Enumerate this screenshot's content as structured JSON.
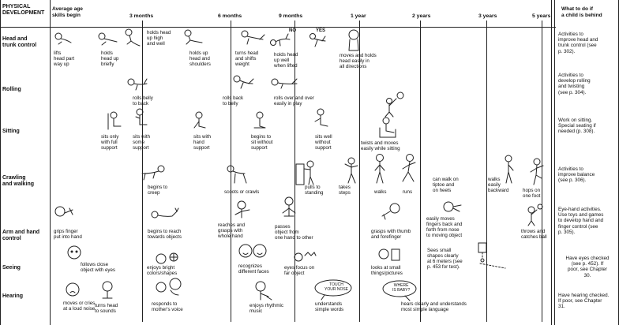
{
  "header": {
    "physical_development": "PHYSICAL\nDEVELOPMENT",
    "average_age": "Average age\nskills begin",
    "what_to_do": "What to do if\na child is behind"
  },
  "ages": [
    "3 months",
    "6 months",
    "9 months",
    "1 year",
    "2 years",
    "3 years",
    "5 years"
  ],
  "categories": [
    "Head and\ntrunk control",
    "Rolling",
    "Sitting",
    "Crawling\nand walking",
    "Arm and hand\ncontrol",
    "Seeing",
    "Hearing"
  ],
  "milestones": [
    "lifts\nhead part\nway up",
    "holds\nhead up\nbriefly",
    "holds head\nup high\nand well",
    "holds up\nhead and\nshoulders",
    "turns head\nand shifts\nweight",
    "holds head\nup well\nwhen lifted",
    "moves and holds\nhead easily in\nall directions",
    "rolls belly\nto back",
    "rolls back\nto belly",
    "rolls over and over\neasily in play",
    "sits only\nwith full\nsupport",
    "sits with\nsome\nsupport",
    "sits with\nhand\nsupport",
    "begins to\nsit without\nsupport",
    "sits well\nwithout\nsupport",
    "twists and moves\neasily while sitting",
    "begins to\ncreep",
    "scoots or crawls",
    "pulls to\nstanding",
    "takes\nsteps",
    "walks",
    "runs",
    "can walk on\ntiptoe and\non heels",
    "walks\neasily\nbackward",
    "hops on\none foot",
    "grips finger\nput into hand",
    "begins to reach\ntowards objects",
    "reaches and\ngrasps with\nwhole hand",
    "passes\nobject from\none hand to other",
    "grasps with thumb\nand forefinger",
    "easily moves\nfingers back and\nforth from nose\nto moving object",
    "throws and\ncatches ball",
    "follows close\nobject with eyes",
    "enjoys bright\ncolors/shapes",
    "recognizes\ndifferent faces",
    "eyes focus on\nfar object",
    "looks at small\nthings/pictures",
    "Sees small\nshapes clearly\nat 6 meters (see\np. 453 for test).",
    "moves or cries\nat a loud noise",
    "turns head\nto sounds",
    "responds to\nmother's voice",
    "enjoys rhythmic\nmusic",
    "understands\nsimple words",
    "hears clearly and understands\nmost simple language"
  ],
  "actions": [
    "Activities to\nimprove head and\ntrunk control (see\np. 302).",
    "Activities to\ndevelop rolling\nand twisting\n(see p. 304).",
    "Work on sitting.\nSpecial seating if\nneeded (p. 308).",
    "Activities to\nimprove balance\n(see p. 306).",
    "Eye-hand activities.\nUse toys and games\nto develop hand and\nfinger control (see\np. 305).",
    "Have eyes checked\n(see p. 452). If\npoor, see Chapter\n30.",
    "Have hearing checked.\nIf poor, see Chapter\n31."
  ],
  "tags": [
    "NO",
    "YES"
  ],
  "speech_bubbles": [
    "TOUCH\nYOUR NOSE",
    "WHERE\nIS BABY?"
  ],
  "icon_names": [
    "baby-figure-icon",
    "toddler-figure-icon",
    "child-figure-icon",
    "toy-icon",
    "ball-icon",
    "mother-face-icon"
  ]
}
